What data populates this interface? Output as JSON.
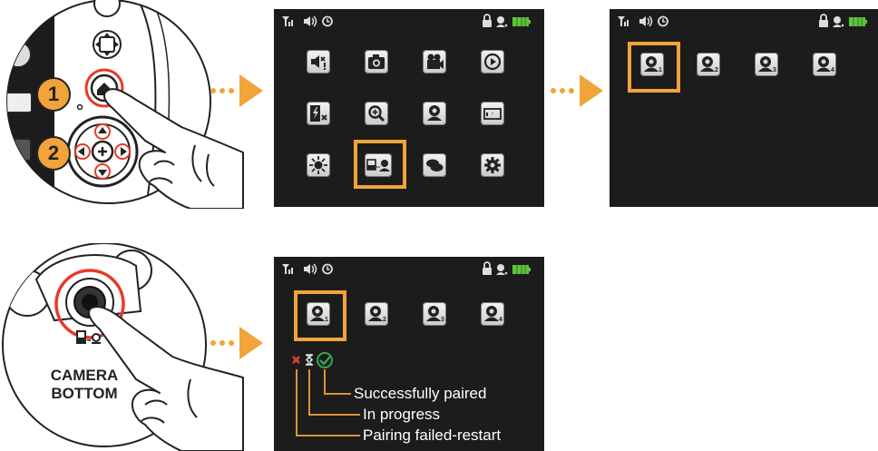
{
  "steps": {
    "step1": "1",
    "step2": "2"
  },
  "camera": {
    "label_line1": "CAMERA",
    "label_line2": "BOTTOM"
  },
  "camera_slots": {
    "screen3": [
      "1",
      "2",
      "3",
      "4"
    ],
    "screen4": [
      "1",
      "2",
      "3",
      "4"
    ]
  },
  "status_legend": {
    "success": "Successfully paired",
    "progress": "In progress",
    "failed": "Pairing failed-restart"
  },
  "colors": {
    "accent": "#f2a33a",
    "screen_bg": "#1c1c1c",
    "battery": "#63c23c",
    "success": "#2fa84f",
    "failed": "#e8452c"
  },
  "icons": {
    "status_bar": [
      "signal-icon",
      "speaker-icon",
      "clock-icon",
      "lock-icon",
      "camera-status-icon",
      "battery-icon"
    ],
    "menu": [
      "mute-icon",
      "photo-icon",
      "video-icon",
      "play-icon",
      "flash-off-icon",
      "zoom-icon",
      "camera-icon",
      "temperature-icon",
      "brightness-icon",
      "pair-camera-icon",
      "chat-icon",
      "settings-icon"
    ],
    "legend": [
      "failed-x-icon",
      "hourglass-icon",
      "success-check-icon"
    ]
  }
}
